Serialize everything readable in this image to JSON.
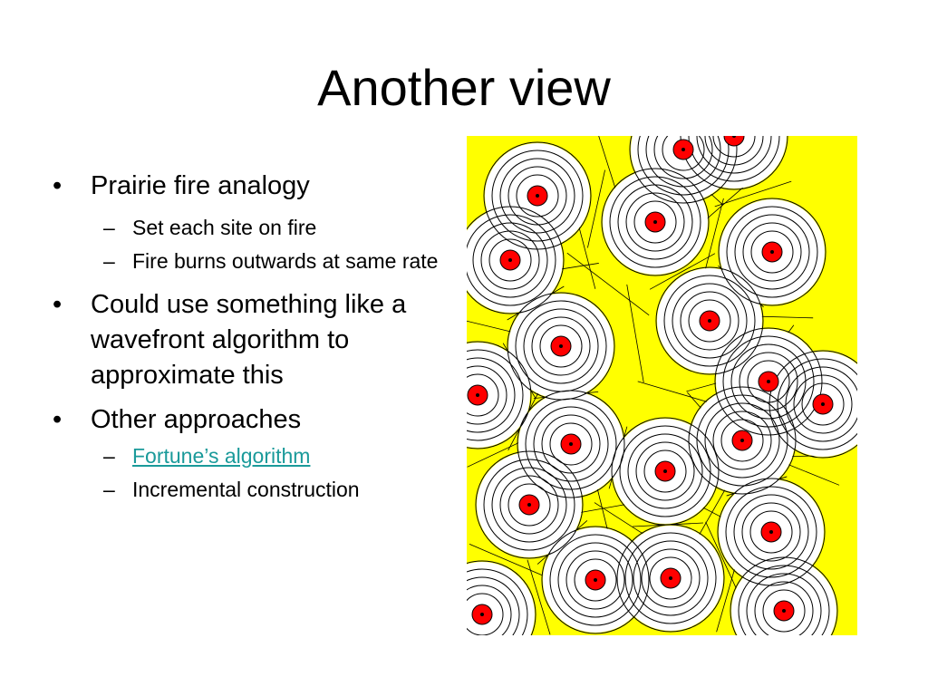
{
  "slide": {
    "title": "Another view",
    "bullets": [
      {
        "text": "Prairie fire analogy",
        "sub": [
          "Set each site on fire",
          "Fire burns outwards at same rate"
        ]
      },
      {
        "text": "Could use something like a wavefront algorithm to approximate this",
        "sub": []
      },
      {
        "text": "Other approaches",
        "sub": [
          "Fortune’s algorithm",
          "Incremental construction"
        ]
      }
    ],
    "bullet_marker": "•",
    "sub_marker": "–"
  },
  "figure": {
    "background_color": "#ffff00",
    "ring_color": "#000000",
    "site_color": "#ff0000",
    "site_dot_color": "#000000"
  }
}
